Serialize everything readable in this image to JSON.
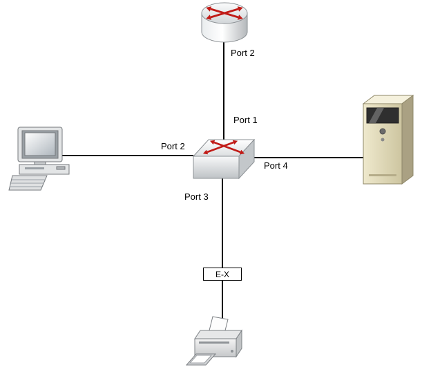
{
  "diagram": {
    "type": "network-topology",
    "background": "#ffffff",
    "labels": {
      "router_link_port": "Port 2",
      "switch_port_1": "Port 1",
      "switch_port_2": "Port 2",
      "switch_port_3": "Port 3",
      "switch_port_4": "Port 4",
      "inline_box": "E-X"
    },
    "nodes": [
      {
        "id": "router",
        "icon": "router-icon"
      },
      {
        "id": "switch",
        "icon": "switch-icon"
      },
      {
        "id": "desktop-pc",
        "icon": "desktop-pc-icon"
      },
      {
        "id": "server",
        "icon": "server-icon"
      },
      {
        "id": "printer",
        "icon": "printer-icon"
      }
    ],
    "links": [
      {
        "from": "router",
        "from_port": "Port 2",
        "to": "switch",
        "to_port": "Port 1"
      },
      {
        "from": "desktop-pc",
        "to": "switch",
        "to_port": "Port 2"
      },
      {
        "from": "server",
        "to": "switch",
        "to_port": "Port 4"
      },
      {
        "from": "switch",
        "from_port": "Port 3",
        "to": "printer",
        "via": "E-X"
      }
    ],
    "colors": {
      "line": "#000000",
      "arrows": "#c11b17",
      "device_gray": "#d9d9d9",
      "server_body": "#d9d2ad"
    }
  }
}
